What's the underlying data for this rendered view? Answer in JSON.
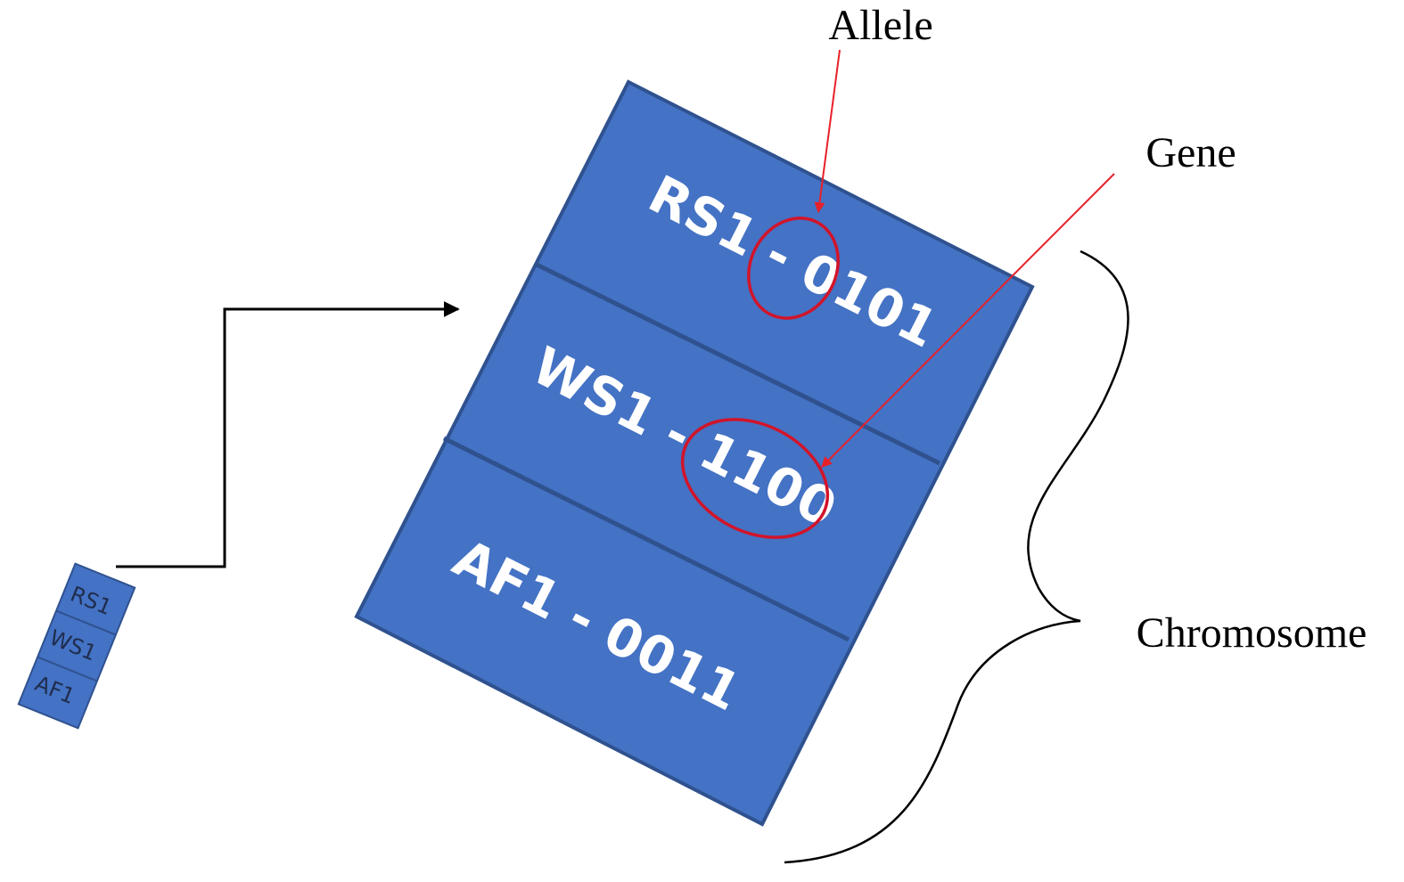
{
  "callouts": {
    "allele": "Allele",
    "gene": "Gene",
    "chromosome": "Chromosome"
  },
  "chromosome_segments": [
    {
      "gene": "RS1",
      "allele": "0101",
      "label": "RS1 - 0101"
    },
    {
      "gene": "WS1",
      "allele": "1100",
      "label": "WS1 - 1100"
    },
    {
      "gene": "AF1",
      "allele": "0011",
      "label": "AF1 - 0011"
    }
  ],
  "small_chromosome": {
    "labels": [
      "RS1",
      "WS1",
      "AF1"
    ]
  },
  "colors": {
    "block_fill": "#4472c4",
    "block_edge": "#2f528f",
    "highlight": "#d2142a",
    "text_on_block": "#ffffff"
  }
}
